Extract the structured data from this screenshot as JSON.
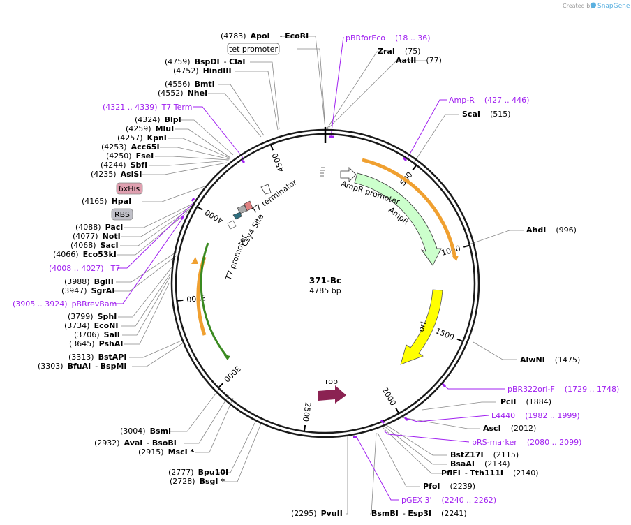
{
  "watermark": {
    "text": "Created by",
    "brand": "SnapGene"
  },
  "plasmid": {
    "name": "371-Bc",
    "length": "4785 bp"
  },
  "ticks": [
    "500",
    "1000",
    "1500",
    "2000",
    "2500",
    "3000",
    "3500",
    "4000",
    "4500"
  ],
  "features": {
    "ampr_promoter": "AmpR promoter",
    "ampr": "AmpR",
    "ori": "ori",
    "rop": "rop",
    "t7_terminator": "T7 terminator",
    "csy4": "Csy4 Site",
    "t7_promoter": "T7 promoter"
  },
  "boxed": {
    "tet": "tet promoter",
    "his": "6xHis",
    "rbs": "RBS"
  },
  "sites": [
    {
      "pos": "(4783)",
      "name": "ApoI",
      "name2": "EcoRI"
    },
    {
      "pos": "(75)",
      "name": "ZraI"
    },
    {
      "pos": "(77)",
      "name": "AatII"
    },
    {
      "pos": "(4759)",
      "name": "BspDI",
      "name2": "ClaI"
    },
    {
      "pos": "(4752)",
      "name": "HindIII"
    },
    {
      "pos": "(4556)",
      "name": "BmtI"
    },
    {
      "pos": "(4552)",
      "name": "NheI"
    },
    {
      "pos": "(515)",
      "name": "ScaI"
    },
    {
      "pos": "(4324)",
      "name": "BlpI"
    },
    {
      "pos": "(4259)",
      "name": "MluI"
    },
    {
      "pos": "(4257)",
      "name": "KpnI"
    },
    {
      "pos": "(4253)",
      "name": "Acc65I"
    },
    {
      "pos": "(4250)",
      "name": "FseI"
    },
    {
      "pos": "(4244)",
      "name": "SbfI"
    },
    {
      "pos": "(4235)",
      "name": "AsiSI"
    },
    {
      "pos": "(4165)",
      "name": "HpaI"
    },
    {
      "pos": "(4088)",
      "name": "PacI"
    },
    {
      "pos": "(4077)",
      "name": "NotI"
    },
    {
      "pos": "(4068)",
      "name": "SacI"
    },
    {
      "pos": "(4066)",
      "name": "Eco53kI"
    },
    {
      "pos": "(996)",
      "name": "AhdI"
    },
    {
      "pos": "(3988)",
      "name": "BglII"
    },
    {
      "pos": "(3947)",
      "name": "SgrAI"
    },
    {
      "pos": "(3799)",
      "name": "SphI"
    },
    {
      "pos": "(3734)",
      "name": "EcoNI"
    },
    {
      "pos": "(3706)",
      "name": "SalI"
    },
    {
      "pos": "(3645)",
      "name": "PshAI"
    },
    {
      "pos": "(1475)",
      "name": "AlwNI"
    },
    {
      "pos": "(3313)",
      "name": "BstAPI"
    },
    {
      "pos": "(3303)",
      "name": "BfuAI",
      "name2": "BspMI"
    },
    {
      "pos": "(1884)",
      "name": "PciI"
    },
    {
      "pos": "(2012)",
      "name": "AscI"
    },
    {
      "pos": "(3004)",
      "name": "BsmI"
    },
    {
      "pos": "(2932)",
      "name": "AvaI",
      "name2": "BsoBI"
    },
    {
      "pos": "(2915)",
      "name": "MscI *"
    },
    {
      "pos": "(2115)",
      "name": "BstZ17I"
    },
    {
      "pos": "(2134)",
      "name": "BsaAI"
    },
    {
      "pos": "(2140)",
      "name": "PflFI",
      "name2": "Tth111I"
    },
    {
      "pos": "(2777)",
      "name": "Bpu10I"
    },
    {
      "pos": "(2728)",
      "name": "BsgI *"
    },
    {
      "pos": "(2239)",
      "name": "PfoI"
    },
    {
      "pos": "(2295)",
      "name": "PvuII"
    },
    {
      "pos": "(2241)",
      "name": "BsmBI",
      "name2": "Esp3I"
    }
  ],
  "primers": [
    {
      "name": "pBRforEco",
      "range": "(18 .. 36)"
    },
    {
      "name": "Amp-R",
      "range": "(427 .. 446)"
    },
    {
      "name": "T7 Term",
      "range": "(4321 .. 4339)"
    },
    {
      "name": "T7",
      "range": "(4008 .. 4027)"
    },
    {
      "name": "pBRrevBam",
      "range": "(3905 .. 3924)"
    },
    {
      "name": "pBR322ori-F",
      "range": "(1729 .. 1748)"
    },
    {
      "name": "L4440",
      "range": "(1982 .. 1999)"
    },
    {
      "name": "pRS-marker",
      "range": "(2080 .. 2099)"
    },
    {
      "name": "pGEX 3'",
      "range": "(2240 .. 2262)"
    }
  ]
}
